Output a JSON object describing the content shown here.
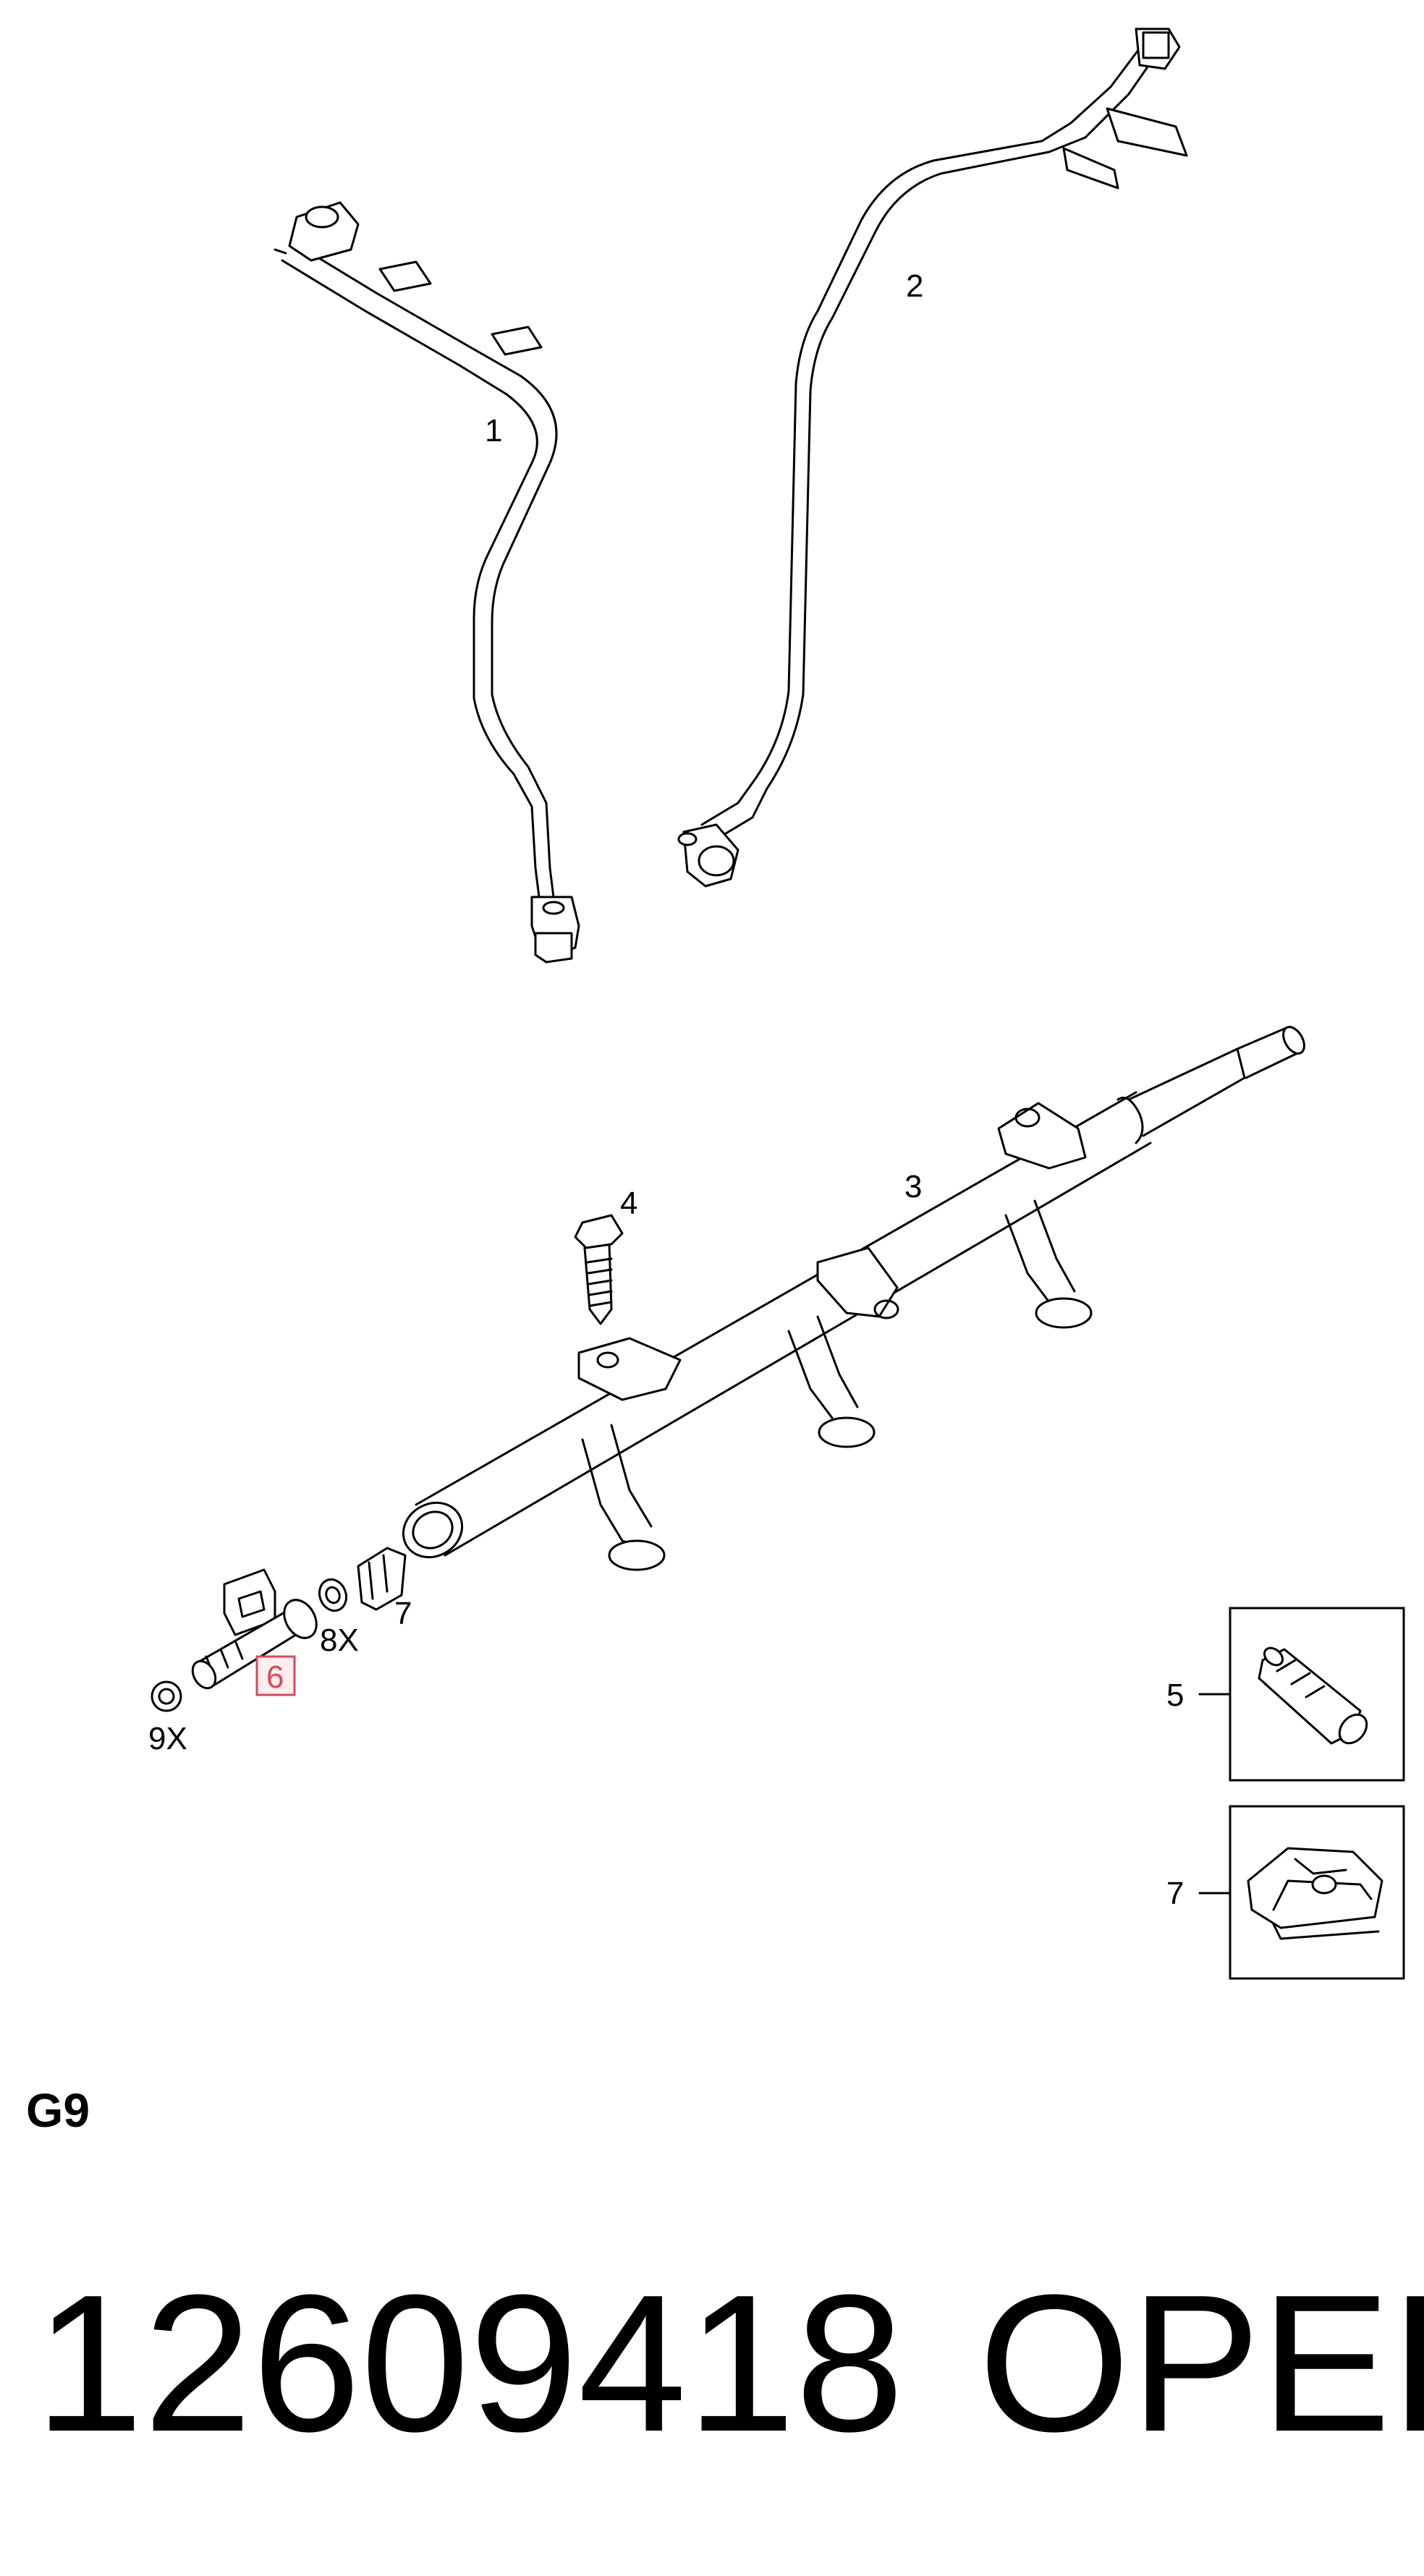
{
  "diagram": {
    "callouts": {
      "pipe_1": "1",
      "pipe_2": "2",
      "rail_3": "3",
      "bolt_4": "4",
      "clip_7": "7",
      "seal_8x": "8X",
      "seal_9x": "9X",
      "injector_6": "6",
      "inset_5": "5",
      "inset_7": "7"
    },
    "highlight_color": "#d64a5a",
    "section_code": "G9",
    "part_number": "12609418",
    "brand": "OPEL"
  }
}
